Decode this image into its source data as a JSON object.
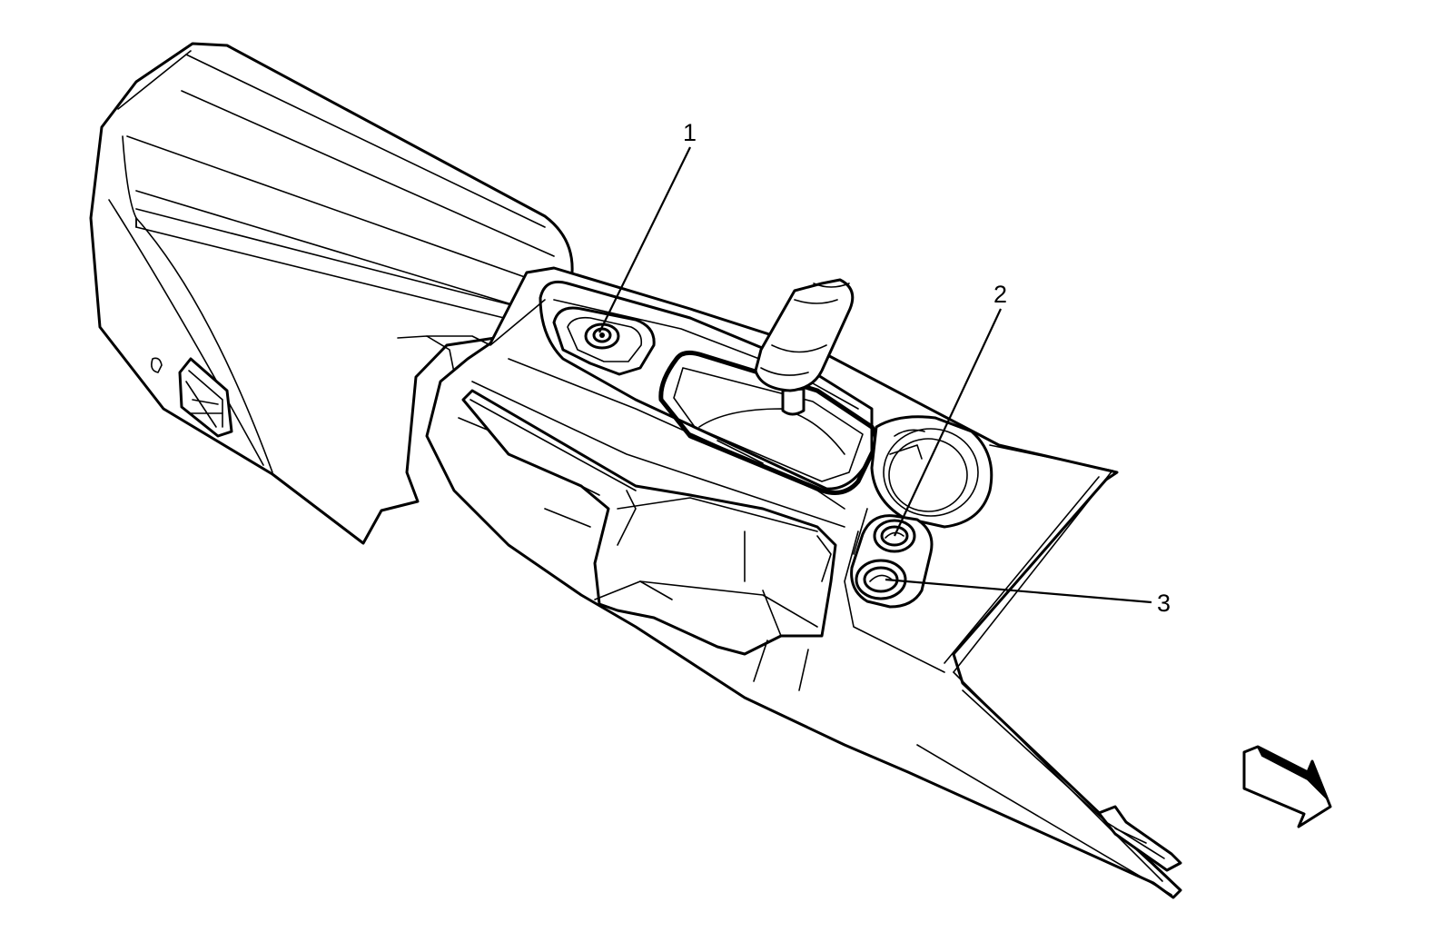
{
  "callouts": [
    {
      "id": "1",
      "label": "1"
    },
    {
      "id": "2",
      "label": "2"
    },
    {
      "id": "3",
      "label": "3"
    }
  ],
  "icons": {
    "direction_indicator": "forward-arrow-icon"
  },
  "colors": {
    "line": "#000000",
    "background": "#ffffff"
  }
}
